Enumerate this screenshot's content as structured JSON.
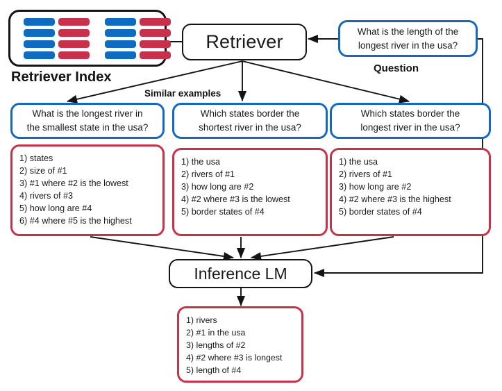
{
  "colors": {
    "blue": "#1268c3",
    "red": "#c8314a",
    "black": "#141414",
    "chip_blue": "#0f6bc0",
    "chip_red": "#c8314a"
  },
  "retriever_index": {
    "caption": "Retriever Index",
    "rows": 4,
    "columns": [
      "blue",
      "red",
      "gap",
      "blue",
      "red"
    ]
  },
  "retriever": {
    "label": "Retriever"
  },
  "question": {
    "caption": "Question",
    "lines": [
      "What is the length of the",
      "longest river in the usa?"
    ]
  },
  "similar_examples": {
    "caption": "Similar examples"
  },
  "examples": [
    {
      "question_lines": [
        "What is the longest river in",
        "the smallest state in the usa?"
      ],
      "decomposition": [
        "1) states",
        "2) size of #1",
        "3) #1 where #2 is the lowest",
        "4) rivers of #3",
        "5) how long are #4",
        "6) #4 where #5 is the highest"
      ]
    },
    {
      "question_lines": [
        "Which states border the",
        "shortest river in the usa?"
      ],
      "decomposition": [
        "1) the usa",
        "2) rivers of #1",
        "3) how long are #2",
        "4) #2 where #3 is the lowest",
        "5) border states of #4"
      ]
    },
    {
      "question_lines": [
        "Which states border the",
        "longest river in the usa?"
      ],
      "decomposition": [
        "1) the usa",
        "2) rivers of #1",
        "3) how long are #2",
        "4) #2 where #3 is the highest",
        "5) border states of #4"
      ]
    }
  ],
  "inference_lm": {
    "label": "Inference LM"
  },
  "output": {
    "decomposition": [
      "1) rivers",
      "2) #1 in the usa",
      "3) lengths of #2",
      "4) #2 where #3 is longest",
      "5) length of #4"
    ]
  }
}
